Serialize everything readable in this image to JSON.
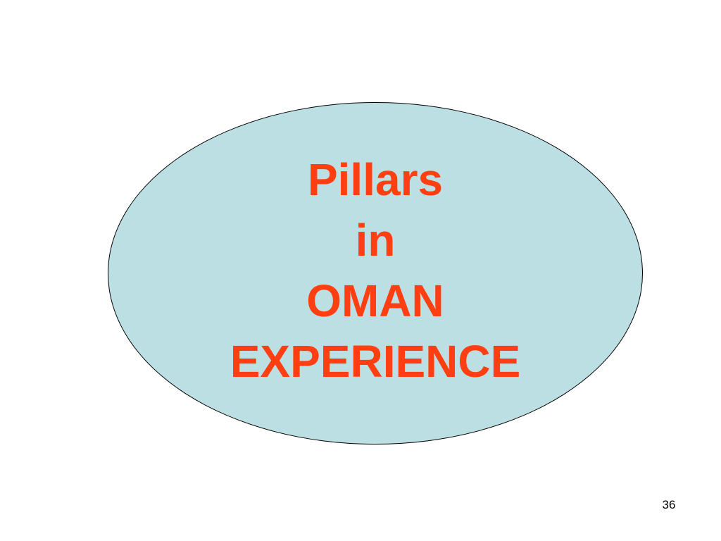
{
  "slide": {
    "title_lines": [
      "Pillars",
      "in",
      "OMAN",
      "EXPERIENCE"
    ],
    "slide_number": "36"
  },
  "colors": {
    "ellipse_fill": "#bcdfe3",
    "ellipse_border": "#000000",
    "title_text": "#ff3f11",
    "background": "#ffffff"
  }
}
